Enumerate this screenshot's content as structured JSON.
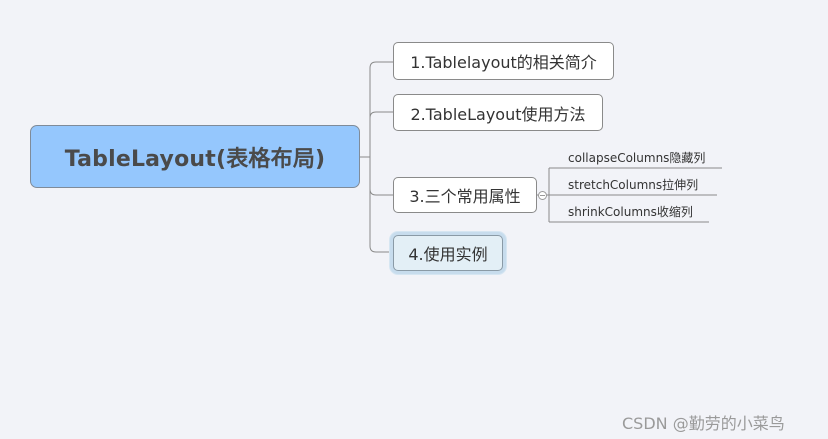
{
  "mindmap": {
    "root": {
      "label": "TableLayout(表格布局)",
      "fill_color": "#95c7fd"
    },
    "topics": [
      {
        "label": "1.Tablelayout的相关简介"
      },
      {
        "label": "2.TableLayout使用方法"
      },
      {
        "label": "3.三个常用属性",
        "collapse_icon": "collapse-minus-icon",
        "subtopics": [
          {
            "label": "collapseColumns隐藏列"
          },
          {
            "label": "stretchColumns拉伸列"
          },
          {
            "label": "shrinkColumns收缩列"
          }
        ]
      },
      {
        "label": "4.使用实例",
        "selected": true,
        "fill_color": "#e3eff6"
      }
    ]
  },
  "watermark": {
    "text": "CSDN @勤劳的小菜鸟"
  },
  "colors": {
    "background": "#f2f3f8",
    "line": "#8a8a8a",
    "selected_glow": "#c7dced"
  }
}
